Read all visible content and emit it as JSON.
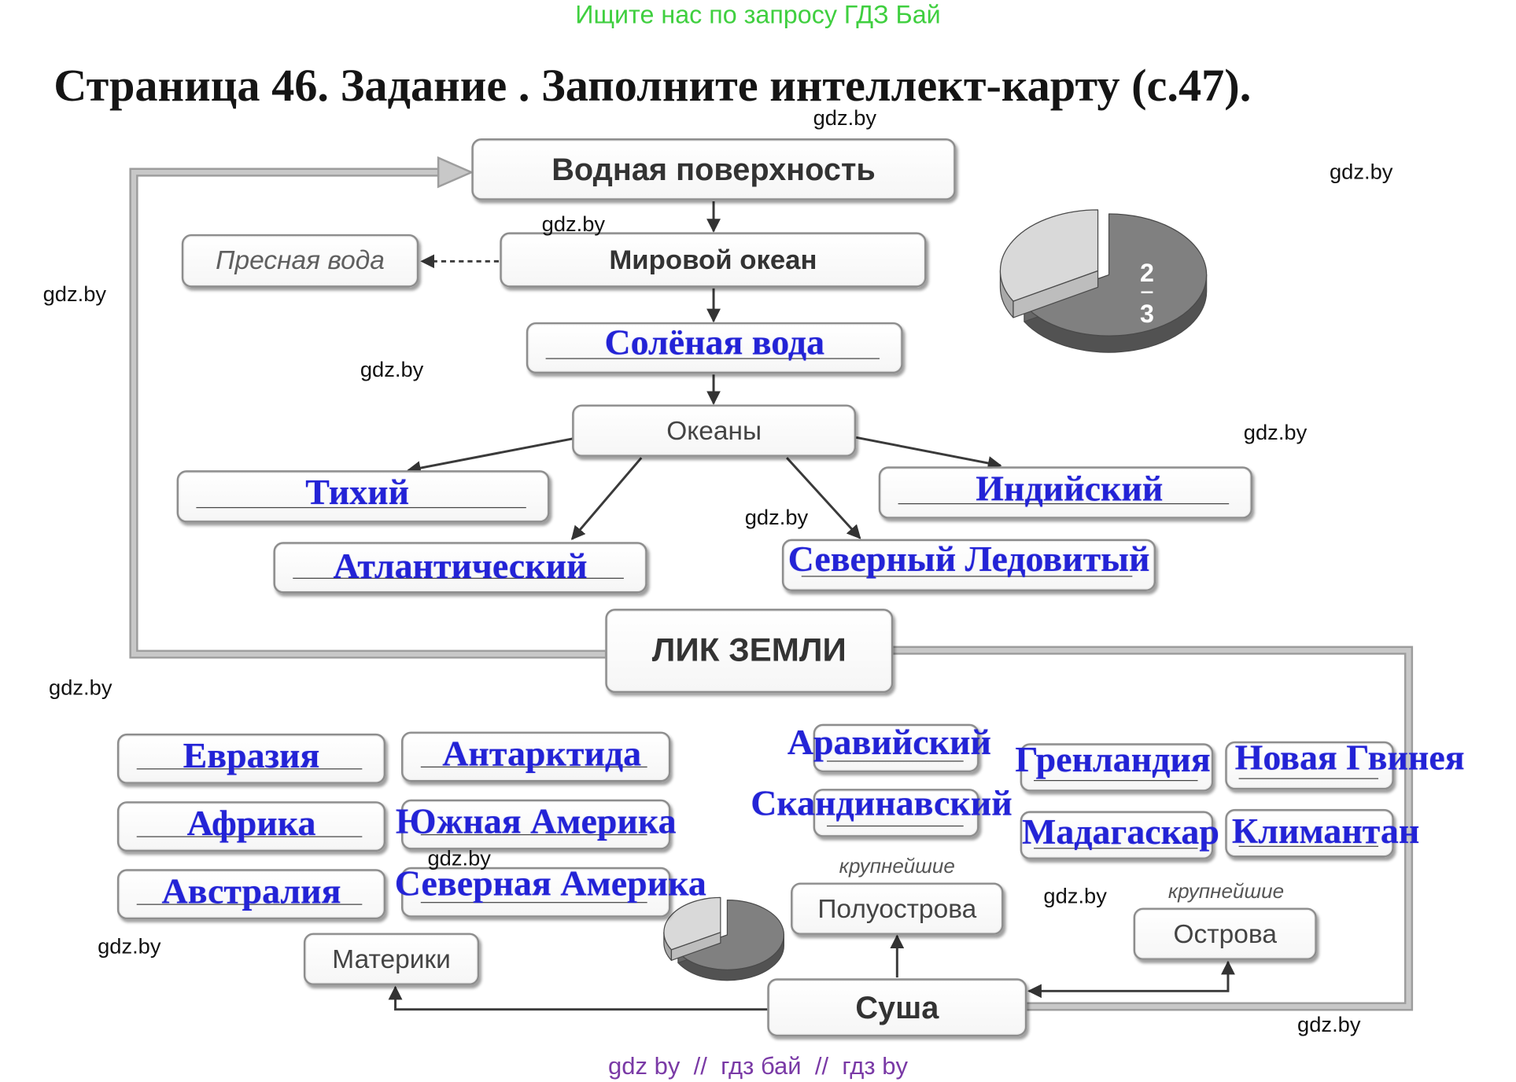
{
  "header": {
    "search_hint": "Ищите нас по запросу ГДЗ Бай",
    "title": "Страница 46. Задание . Заполните интеллект-карту (с.47)."
  },
  "mind_map": {
    "water": {
      "title": "Водная поверхность",
      "world_ocean": "Мировой океан",
      "fresh_water": "Пресная вода",
      "salt_water": "Солёная вода",
      "oceans_label": "Океаны",
      "oceans": [
        "Тихий",
        "Индийский",
        "Атлантический",
        "Северный Ледовитый"
      ],
      "share_numerator": "2",
      "share_denominator": "3",
      "pie_dark_fraction": 0.667
    },
    "center_title": "ЛИК ЗЕМЛИ",
    "land": {
      "title": "Суша",
      "continents_label": "Материки",
      "continents": [
        "Евразия",
        "Антарктида",
        "Африка",
        "Южная Америка",
        "Австралия",
        "Северная Америка"
      ],
      "peninsulas_label": "Полуострова",
      "peninsulas_qualifier": "крупнейшие",
      "peninsulas": [
        "Аравийский",
        "Скандинавский"
      ],
      "islands_label": "Острова",
      "islands_qualifier": "крупнейшие",
      "islands": [
        "Гренландия",
        "Новая Гвинея",
        "Мадагаскар",
        "Климантан"
      ],
      "pie_dark_fraction": 0.667
    }
  },
  "watermarks": [
    "gdz.by",
    "gdz.by",
    "gdz.by",
    "gdz.by",
    "gdz.by",
    "gdz.by",
    "gdz.by",
    "gdz.by",
    "gdz.by",
    "gdz.by",
    "gdz.by",
    "gdz.by"
  ],
  "footer": {
    "text": "gdz by  //  гдз бай  //  гдз by"
  },
  "colors": {
    "answer": "#2323d6",
    "hint": "#3fcf3f",
    "footer": "#7a3aa6",
    "connector": "#c8c8c8"
  }
}
